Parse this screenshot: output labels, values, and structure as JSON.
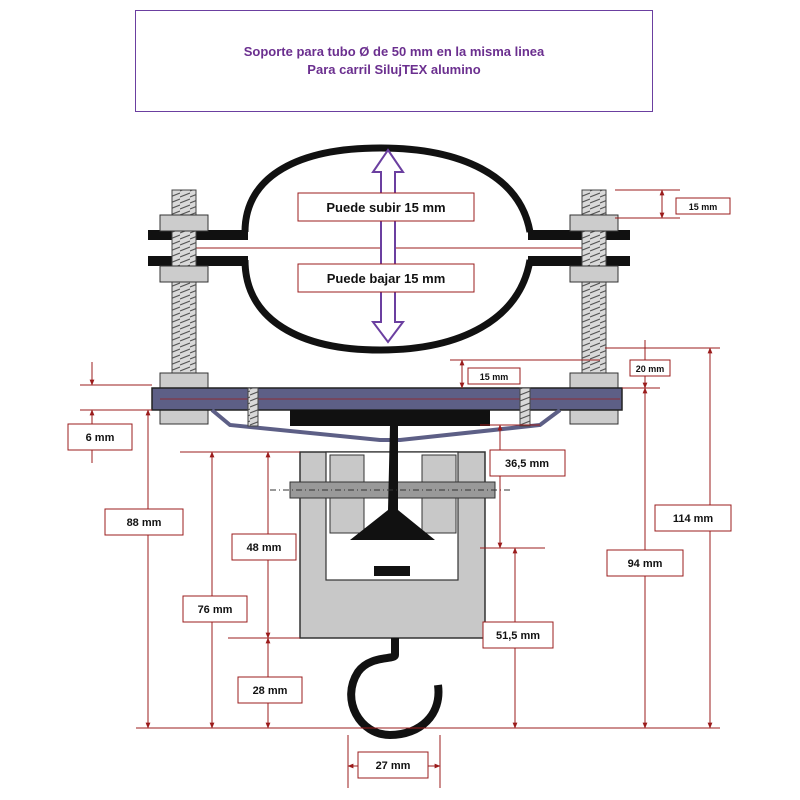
{
  "title": {
    "line1": "Soporte para tubo Ø de 50 mm  en la misma linea",
    "line2": "Para carril SilujTEX alumino"
  },
  "labels": {
    "up": "Puede subir 15 mm",
    "down": "Puede bajar 15 mm",
    "bolt_15": "15 mm",
    "plate_15": "15 mm",
    "plate_20": "20 mm",
    "d6": "6 mm",
    "d88": "88 mm",
    "d76": "76 mm",
    "d48": "48 mm",
    "d28": "28 mm",
    "d36_5": "36,5 mm",
    "d51_5": "51,5 mm",
    "d114": "114 mm",
    "d94": "94 mm",
    "d27": "27 mm"
  },
  "colors": {
    "title_text": "#6b2f8f",
    "box_border": "#6b3fa0",
    "dim_line": "#9b1c1c",
    "plate": "#5d5f86",
    "trolley": "#c8c8c8",
    "arrow": "#6b3fa0"
  }
}
